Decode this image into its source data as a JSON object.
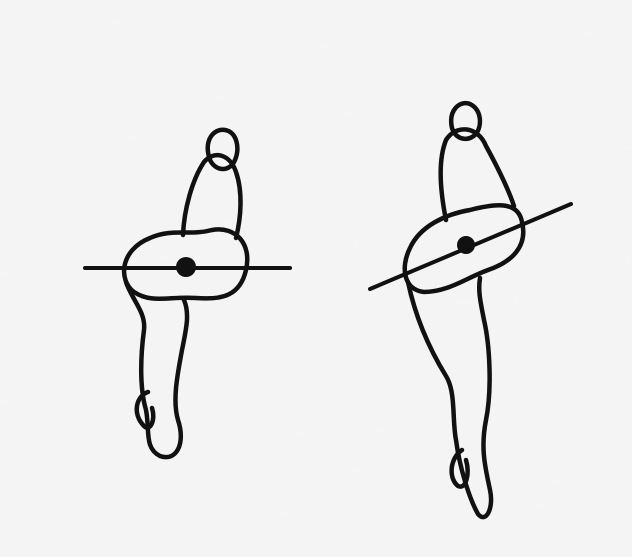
{
  "figure": {
    "paper_color": "#f4f4f4",
    "ink_color": "#111111",
    "figures": [
      {
        "id": "left-figure",
        "axis_tilt_deg": 0
      },
      {
        "id": "right-figure",
        "axis_tilt_deg": -25
      }
    ]
  }
}
